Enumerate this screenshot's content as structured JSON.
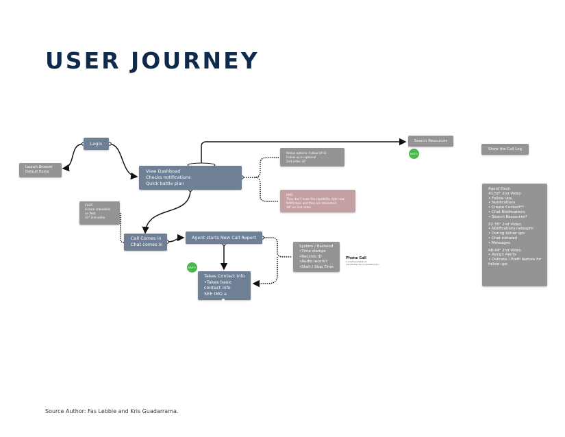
{
  "title": "USER JOURNEY",
  "footer": "Source Author: Fas Lebbie and Kris Guadarrama.",
  "nodes": {
    "login": "Login",
    "launch": [
      "Launch Browser",
      "Default Home"
    ],
    "dashboard": [
      "View Dashboad",
      "Checks notifications",
      "Quick battle plan"
    ],
    "chat": [
      "CHAT:",
      "iFrame imbedded",
      "on Web",
      "33\" 2nd video"
    ],
    "call_comes": [
      "Call Comes in",
      "Chat comes in"
    ],
    "agent_report": "Agent starts New Call Report",
    "contact_info": [
      "Takes Contact Info",
      "•Takes basic",
      "contact info",
      "SEE IMG a"
    ],
    "status": [
      "Status options- Follow UP Ui",
      "Follow up in optional",
      "2nd video 32\""
    ],
    "sms": [
      "SMS:",
      "They don't have the capability right now",
      "NAMI does and they are interested.",
      "38\" on 2nd video"
    ],
    "system": [
      "System / Backend",
      "•Time stamps",
      "•Records ID",
      "•Audio record?",
      "•Start / Stop Time"
    ],
    "search": "Search Resources",
    "call_log": "Show the Call Log",
    "agent_dash": [
      "Agent Dash",
      "41:50\" 2nd Video",
      "• Follow Ups",
      "• Notifications",
      "• Create Contact**",
      "• Chat Notifications",
      "• Search Resources?",
      "",
      "52:35\" 2nd Video",
      "• Notifications indeapth",
      "• During follow ups",
      "• Chat initiated",
      "• Messages",
      "",
      "48:44\" 2nd Video",
      "• Assign Alerts",
      "• Dulicate / Prefil feature for",
      "follow ups"
    ]
  },
  "phone_call": {
    "title": "Phone Call",
    "lines": [
      "⊕ shared.preview/t.co/r",
      "j.wd.preview/ hes.co.r.preview.1/s.tt.c"
    ]
  },
  "badges": {
    "search": "MVP 1",
    "contact": "MVP 1"
  }
}
